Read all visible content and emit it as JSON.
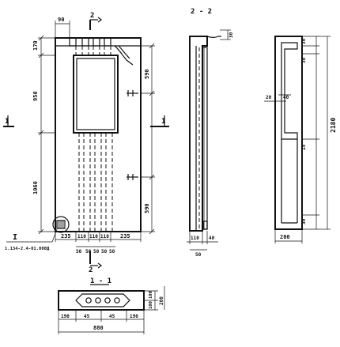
{
  "sections": {
    "section_2_2": "2 - 2",
    "section_1_1": "1 - 1",
    "cut_1": "1",
    "cut_2": "2"
  },
  "front": {
    "dim_left": [
      "170",
      "950",
      "1060"
    ],
    "dim_right": [
      "590",
      "590"
    ],
    "dim_top": "90",
    "dim_bottom": [
      "235",
      "110",
      "110",
      "110",
      "235"
    ],
    "dim_bottom2": [
      "50",
      "50",
      "50",
      "50",
      "50"
    ],
    "marker": "I",
    "reference": "1.134-2.4-01.000Д"
  },
  "side_left": {
    "dim_top": "30",
    "dim_bottom": [
      "110",
      "40",
      "50"
    ]
  },
  "side_right": {
    "dim_right": [
      "30",
      "30",
      "15",
      "30"
    ],
    "dim_total": "2180",
    "dim_inner": [
      "20",
      "40"
    ],
    "dim_bottom": "200"
  },
  "plan": {
    "dim_right": [
      "100",
      "100",
      "200"
    ],
    "dim_bottom": [
      "190",
      "45",
      "45",
      "190"
    ],
    "dim_total": "880"
  }
}
